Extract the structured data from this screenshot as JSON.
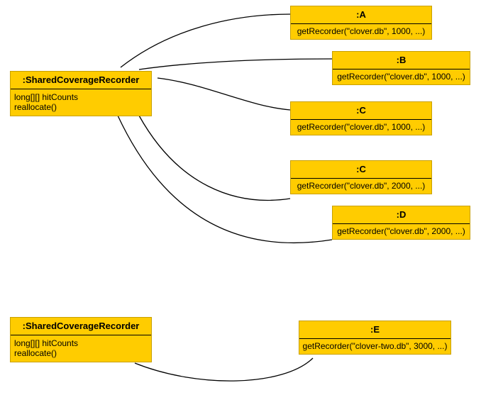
{
  "diagram": {
    "kind": "uml-object-collaboration",
    "background_color": "#ffffff",
    "box_fill_color": "#FFCC00",
    "box_border_color": "#000000",
    "arrow_color": "#000000"
  },
  "recorders": [
    {
      "name": "recorder-top",
      "title": ":SharedCoverageRecorder",
      "attribute": "long[][] hitCounts",
      "operation": "reallocate()"
    },
    {
      "name": "recorder-bottom",
      "title": ":SharedCoverageRecorder",
      "attribute": "long[][] hitCounts",
      "operation": "reallocate()"
    }
  ],
  "clients": [
    {
      "name": "client-a",
      "title": ":A",
      "call": "getRecorder(\"clover.db\", 1000, ...)"
    },
    {
      "name": "client-b",
      "title": ":B",
      "call": "getRecorder(\"clover.db\", 1000, ...)"
    },
    {
      "name": "client-c1",
      "title": ":C",
      "call": "getRecorder(\"clover.db\", 1000, ...)"
    },
    {
      "name": "client-c2",
      "title": ":C",
      "call": "getRecorder(\"clover.db\", 2000, ...)"
    },
    {
      "name": "client-d",
      "title": ":D",
      "call": "getRecorder(\"clover.db\", 2000, ...)"
    },
    {
      "name": "client-e",
      "title": ":E",
      "call": "getRecorder(\"clover-two.db\", 3000, ...)"
    }
  ]
}
